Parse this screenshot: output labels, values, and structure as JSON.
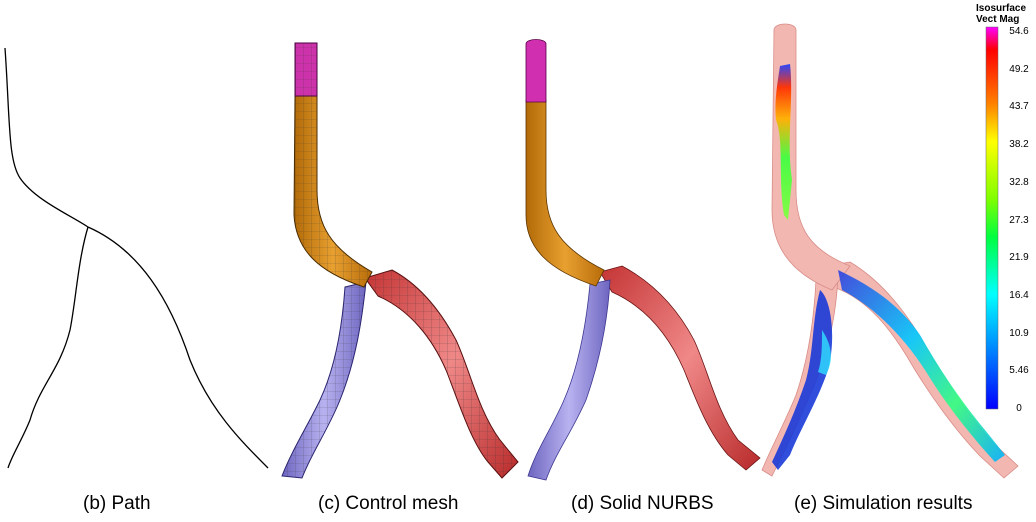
{
  "panels": [
    {
      "id": "b",
      "caption": "(b) Path"
    },
    {
      "id": "c",
      "caption": "(c) Control mesh"
    },
    {
      "id": "d",
      "caption": "(d) Solid NURBS"
    },
    {
      "id": "e",
      "caption": "(e) Simulation results"
    }
  ],
  "colorbar": {
    "title_line1": "Isosurface",
    "title_line2": "Vect Mag",
    "ticks": [
      "54.6",
      "49.2",
      "43.7",
      "38.2",
      "32.8",
      "27.3",
      "21.9",
      "16.4",
      "10.9",
      "5.46",
      "0"
    ],
    "colors": [
      "#ff00ff",
      "#ff0000",
      "#ffa000",
      "#ffff00",
      "#80ff00",
      "#00ff00",
      "#00ffb0",
      "#00ffff",
      "#0090ff",
      "#0000ff"
    ]
  },
  "segment_colors": {
    "inlet": "#cc33aa",
    "trunk": "#d8860c",
    "left_branch": "#8a82d8",
    "right_branch": "#d84848",
    "vessel_wall": "#f3b7b2"
  }
}
